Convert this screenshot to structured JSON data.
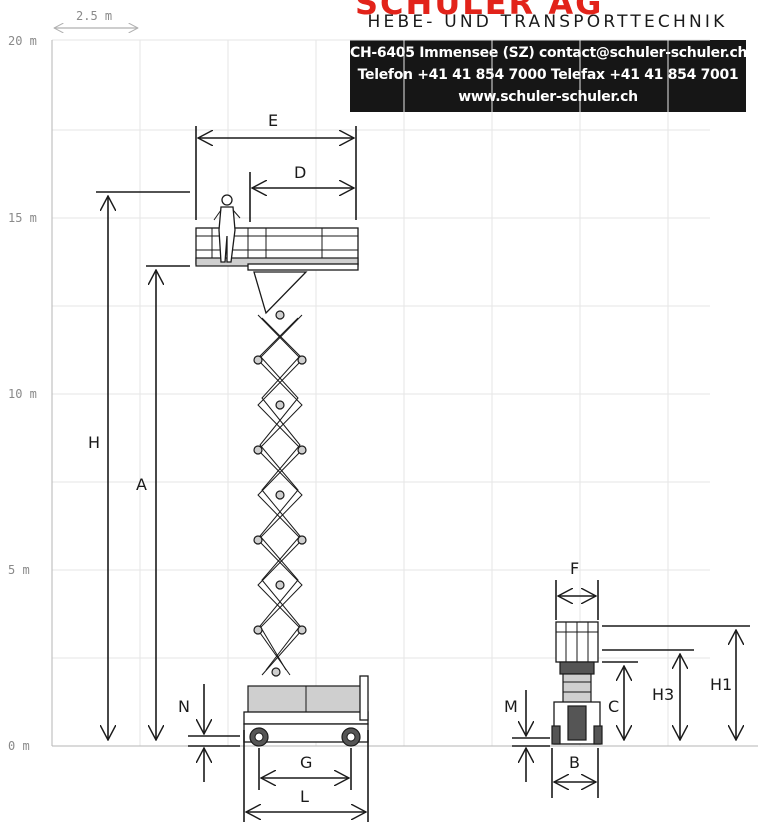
{
  "company": {
    "logo_text": "SCHULER AG",
    "tagline": "HEBE- UND TRANSPORTTECHNIK",
    "address_line": "CH-6405 Immensee (SZ)  contact@schuler-schuler.ch",
    "phone_line": "Telefon +41 41 854 7000    Telefax +41 41 854 7001",
    "web_line": "www.schuler-schuler.ch"
  },
  "scale": {
    "width_label": "2.5 m",
    "y_ticks": [
      "20 m",
      "15 m",
      "10 m",
      "5 m",
      "0 m"
    ]
  },
  "dimensions": {
    "A": "A",
    "B": "B",
    "C": "C",
    "D": "D",
    "E": "E",
    "F": "F",
    "G": "G",
    "H": "H",
    "H1": "H1",
    "H3": "H3",
    "L": "L",
    "M": "M",
    "N": "N"
  },
  "colors": {
    "brand_red": "#e2231a",
    "header_bg": "#161616",
    "grid": "#e6e6e6",
    "ink": "#1a1a1a"
  }
}
